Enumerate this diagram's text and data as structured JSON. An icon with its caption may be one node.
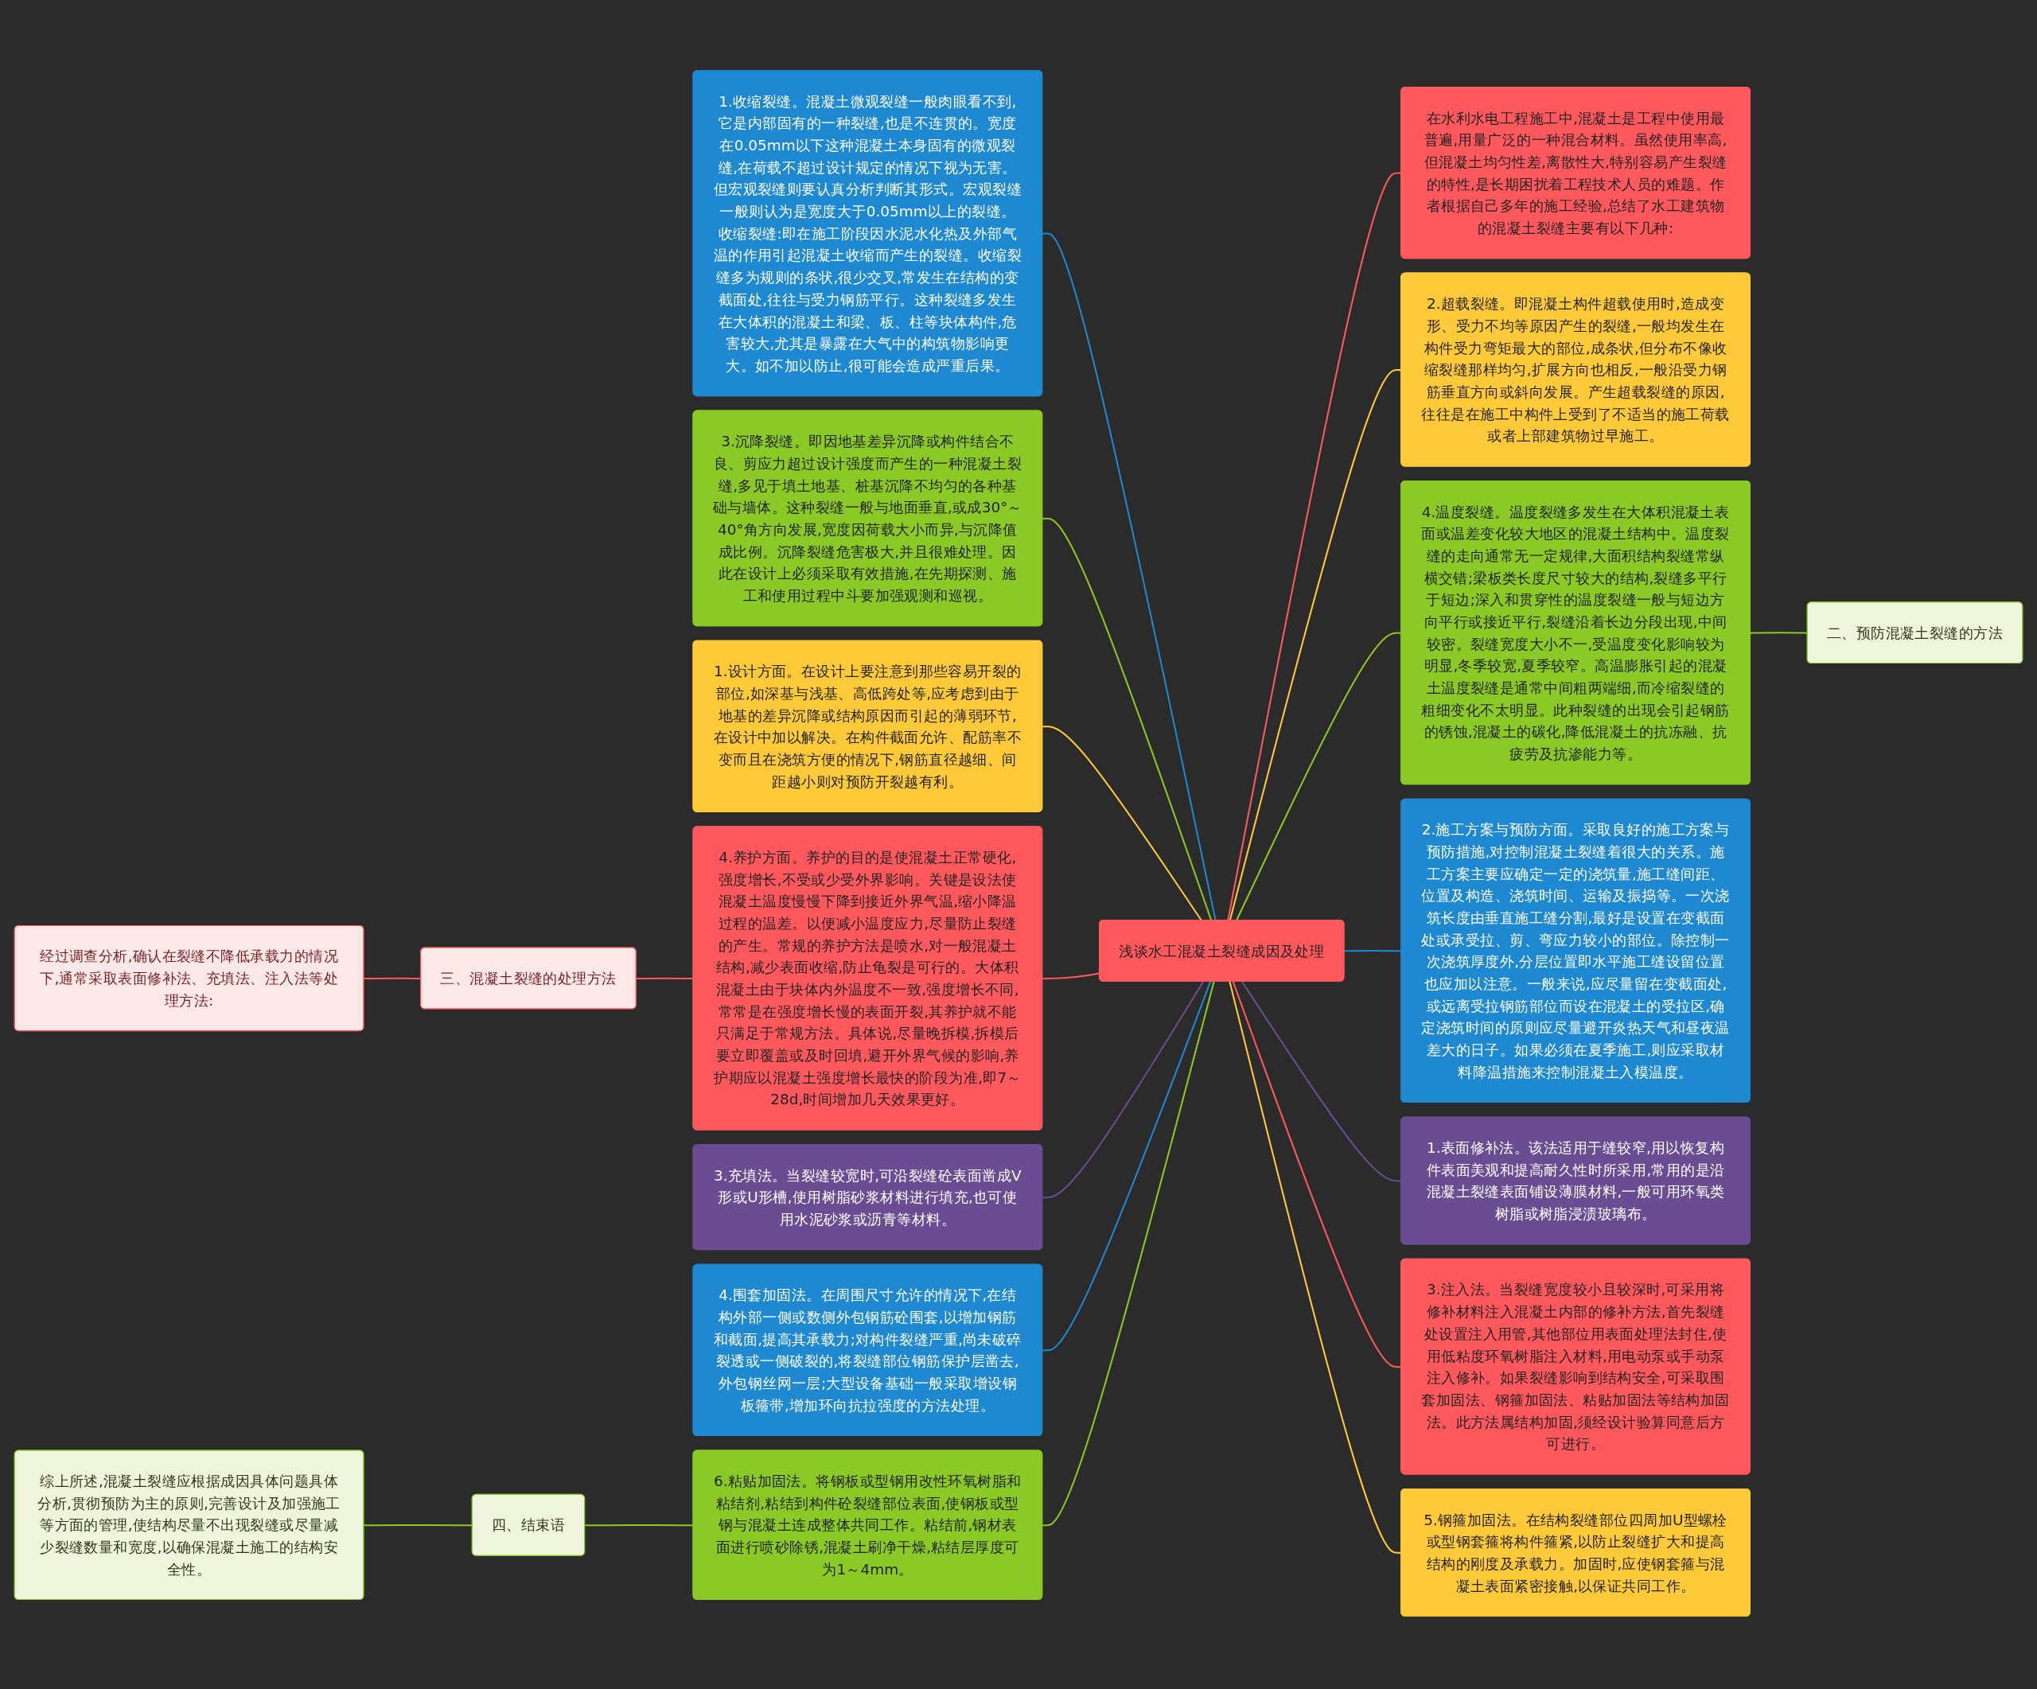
{
  "diagram": {
    "nodes": [
      {
        "text": [
          "浅谈水工混凝土裂缝成因及处理"
        ]
      },
      {
        "text": [
          "1.收缩裂缝。混凝土微观裂缝一般肉眼看不到,它是内部固有的一种裂缝,也是不连贯的。宽度在0.05mm以下这种混凝土本身固有的微观裂缝,在荷载不超过设计规定的情况下视为无害。但宏观裂缝则要认真分析判断其形式。宏观裂缝一般则认为是宽度大于0.05mm以上的裂缝。收缩裂缝:即在施工阶段因水泥水化热及外部气温的作用引起混凝土收缩而产生的裂缝。收缩裂缝多为规则的条状,很少交叉,常发生在结构的变截面处,往往与受力钢筋平行。这种裂缝多发生在大体积的混凝土和梁、板、柱等块体构件,危害较大,尤其是暴露在大气中的构筑物影响更大。如不加以防止,很可能会造成严重后果。"
        ]
      },
      {
        "text": [
          "3.沉降裂缝。即因地基差异沉降或构件结合不良、剪应力超过设计强度而产生的一种混凝土裂缝,多见于填土地基、桩基沉降不均匀的各种基础与墙体。这种裂缝一般与地面垂直,或成30°～40°角方向发展,宽度因荷载大小而异,与沉降值成比例。沉降裂缝危害极大,并且很难处理。因此在设计上必须采取有效措施,在先期探测、施工和使用过程中斗要加强观测和巡视。"
        ]
      },
      {
        "text": [
          "1.设计方面。在设计上要注意到那些容易开裂的部位,如深基与浅基、高低跨处等,应考虑到由于地基的差异沉降或结构原因而引起的薄弱环节,在设计中加以解决。在构件截面允许、配筋率不变而且在浇筑方便的情况下,钢筋直径越细、间距越小则对预防开裂越有利。"
        ]
      },
      {
        "text": [
          "4.养护方面。养护的目的是使混凝土正常硬化,强度增长,不受或少受外界影响。关键是设法使混凝土温度慢慢下降到接近外界气温,缩小降温过程的温差。以便减小温度应力,尽量防止裂缝的产生。常规的养护方法是喷水,对一般混凝土结构,减少表面收缩,防止龟裂是可行的。大体积混凝土由于块体内外温度不一致,强度增长不同,常常是在强度增长慢的表面开裂,其养护就不能只满足于常规方法。具体说,尽量晚拆模,拆模后要立即覆盖或及时回填,避开外界气候的影响,养护期应以混凝土强度增长最快的阶段为准,即7～28d,时间增加几天效果更好。"
        ]
      },
      {
        "text": [
          "3.充填法。当裂缝较宽时,可沿裂缝砼表面凿成V形或U形槽,使用树脂砂浆材料进行填充,也可使用水泥砂浆或沥青等材料。"
        ]
      },
      {
        "text": [
          "4.围套加固法。在周围尺寸允许的情况下,在结构外部一侧或数侧外包钢筋砼围套,以增加钢筋和截面,提高其承载力;对构件裂缝严重,尚未破碎裂透或一侧破裂的,将裂缝部位钢筋保护层凿去,外包钢丝网一层;大型设备基础一般采取增设钢板箍带,增加环向抗拉强度的方法处理。"
        ]
      },
      {
        "text": [
          "6.粘贴加固法。将钢板或型钢用改性环氧树脂和粘结剂,粘结到构件砼裂缝部位表面,使钢板或型钢与混凝土连成整体共同工作。粘结前,钢材表面进行喷砂除锈,混凝土刷净干燥,粘结层厚度可为1～4mm。"
        ]
      },
      {
        "text": [
          "在水利水电工程施工中,混凝土是工程中使用最普遍,用量广泛的一种混合材料。虽然使用率高,但混凝土均匀性差,离散性大,特别容易产生裂缝的特性,是长期困扰着工程技术人员的难题。作者根据自己多年的施工经验,总结了水工建筑物的混凝土裂缝主要有以下几种:"
        ]
      },
      {
        "text": [
          "2.超载裂缝。即混凝土构件超载使用时,造成变形、受力不均等原因产生的裂缝,一般均发生在构件受力弯矩最大的部位,成条状,但分布不像收缩裂缝那样均匀,扩展方向也相反,一般沿受力钢筋垂直方向或斜向发展。产生超载裂缝的原因,往往是在施工中构件上受到了不适当的施工荷载或者上部建筑物过早施工。"
        ]
      },
      {
        "text": [
          "4.温度裂缝。温度裂缝多发生在大体积混凝土表面或温差变化较大地区的混凝土结构中。温度裂缝的走向通常无一定规律,大面积结构裂缝常纵横交错;梁板类长度尺寸较大的结构,裂缝多平行于短边;深入和贯穿性的温度裂缝一般与短边方向平行或接近平行,裂缝沿着长边分段出现,中间较密。裂缝宽度大小不一,受温度变化影响较为明显,冬季较宽,夏季较窄。高温膨胀引起的混凝土温度裂缝是通常中间粗两端细,而冷缩裂缝的粗细变化不太明显。此种裂缝的出现会引起钢筋的锈蚀,混凝土的碳化,降低混凝土的抗冻融、抗疲劳及抗渗能力等。"
        ]
      },
      {
        "text": [
          "2.施工方案与预防方面。采取良好的施工方案与预防措施,对控制混凝土裂缝着很大的关系。施工方案主要应确定一定的浇筑量,施工缝间距、位置及构造、浇筑时间、运输及振捣等。一次浇筑长度由垂直施工缝分割,最好是设置在变截面处或承受拉、剪、弯应力较小的部位。除控制一次浇筑厚度外,分层位置即水平施工缝设留位置也应加以注意。一般来说,应尽量留在变截面处,或远离受拉钢筋部位而设在混凝土的受拉区,确定浇筑时间的原则应尽量避开炎热天气和昼夜温差大的日子。如果必须在夏季施工,则应采取材料降温措施来控制混凝土入模温度。"
        ]
      },
      {
        "text": [
          "1.表面修补法。该法适用于缝较窄,用以恢复构件表面美观和提高耐久性时所采用,常用的是沿混凝土裂缝表面铺设薄膜材料,一般可用环氧类树脂或树脂浸渍玻璃布。"
        ]
      },
      {
        "text": [
          "3.注入法。当裂缝宽度较小且较深时,可采用将修补材料注入混凝土内部的修补方法,首先裂缝处设置注入用管,其他部位用表面处理法封住,使用低粘度环氧树脂注入材料,用电动泵或手动泵注入修补。如果裂缝影响到结构安全,可采取围套加固法、钢箍加固法、粘贴加固法等结构加固法。此方法属结构加固,须经设计验算同意后方可进行。"
        ]
      },
      {
        "text": [
          "5.钢箍加固法。在结构裂缝部位四周加U型螺栓或型钢套箍将构件箍紧,以防止裂缝扩大和提高结构的刚度及承载力。加固时,应使钢套箍与混凝土表面紧密接触,以保证共同工作。"
        ]
      },
      {
        "text": [
          "三、混凝土裂缝的处理方法"
        ]
      },
      {
        "text": [
          "经过调查分析,确认在裂缝不降低承载力的情况下,通常采取表面修补法、充填法、注入法等处理方法:"
        ]
      },
      {
        "text": [
          "四、结束语"
        ]
      },
      {
        "text": [
          "综上所述,混凝土裂缝应根据成因具体问题具体分析,贯彻预防为主的原则,完善设计及加强施工等方面的管理,使结构尽量不出现裂缝或尽量减少裂缝数量和宽度,以确保混凝土施工的结构安全性。"
        ]
      },
      {
        "text": [
          "二、预防混凝土裂缝的方法"
        ]
      }
    ],
    "edges": [
      {
        "from": 1,
        "to": 0,
        "arrow": "none",
        "color": "#1e88d0"
      },
      {
        "from": 2,
        "to": 0,
        "arrow": "none",
        "color": "#8ac926"
      },
      {
        "from": 3,
        "to": 0,
        "arrow": "none",
        "color": "#ffca3a"
      },
      {
        "from": 4,
        "to": 0,
        "arrow": "none",
        "color": "#ff595e"
      },
      {
        "from": 5,
        "to": 0,
        "arrow": "none",
        "color": "#6a4c93"
      },
      {
        "from": 6,
        "to": 0,
        "arrow": "none",
        "color": "#1e88d0"
      },
      {
        "from": 7,
        "to": 0,
        "arrow": "none",
        "color": "#8ac926"
      },
      {
        "from": 0,
        "to": 8,
        "arrow": "none",
        "color": "#ff595e"
      },
      {
        "from": 0,
        "to": 9,
        "arrow": "none",
        "color": "#ffca3a"
      },
      {
        "from": 0,
        "to": 10,
        "arrow": "none",
        "color": "#8ac926"
      },
      {
        "from": 0,
        "to": 11,
        "arrow": "none",
        "color": "#1e88d0"
      },
      {
        "from": 0,
        "to": 12,
        "arrow": "none",
        "color": "#6a4c93"
      },
      {
        "from": 0,
        "to": 13,
        "arrow": "none",
        "color": "#ff595e"
      },
      {
        "from": 0,
        "to": 14,
        "arrow": "none",
        "color": "#ffca3a"
      },
      {
        "from": 15,
        "to": 4,
        "arrow": "none",
        "color": "#ff595e"
      },
      {
        "from": 16,
        "to": 15,
        "arrow": "none",
        "color": "#ff595e"
      },
      {
        "from": 17,
        "to": 7,
        "arrow": "none",
        "color": "#8ac926"
      },
      {
        "from": 18,
        "to": 17,
        "arrow": "none",
        "color": "#8ac926"
      },
      {
        "from": 10,
        "to": 19,
        "arrow": "none",
        "color": "#8ac926"
      }
    ]
  }
}
